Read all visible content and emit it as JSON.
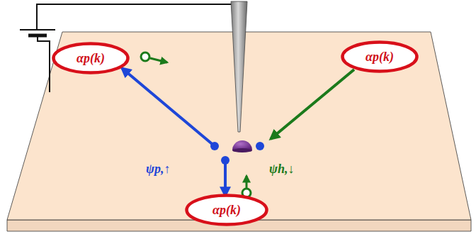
{
  "diagram": {
    "nodes": [
      {
        "text": [
          "αp(k)"
        ]
      },
      {
        "text": [
          "αp(k)"
        ]
      },
      {
        "text": [
          "αp(k)"
        ]
      }
    ],
    "labels": [
      "ψp,↑",
      "ψh,↓"
    ]
  }
}
